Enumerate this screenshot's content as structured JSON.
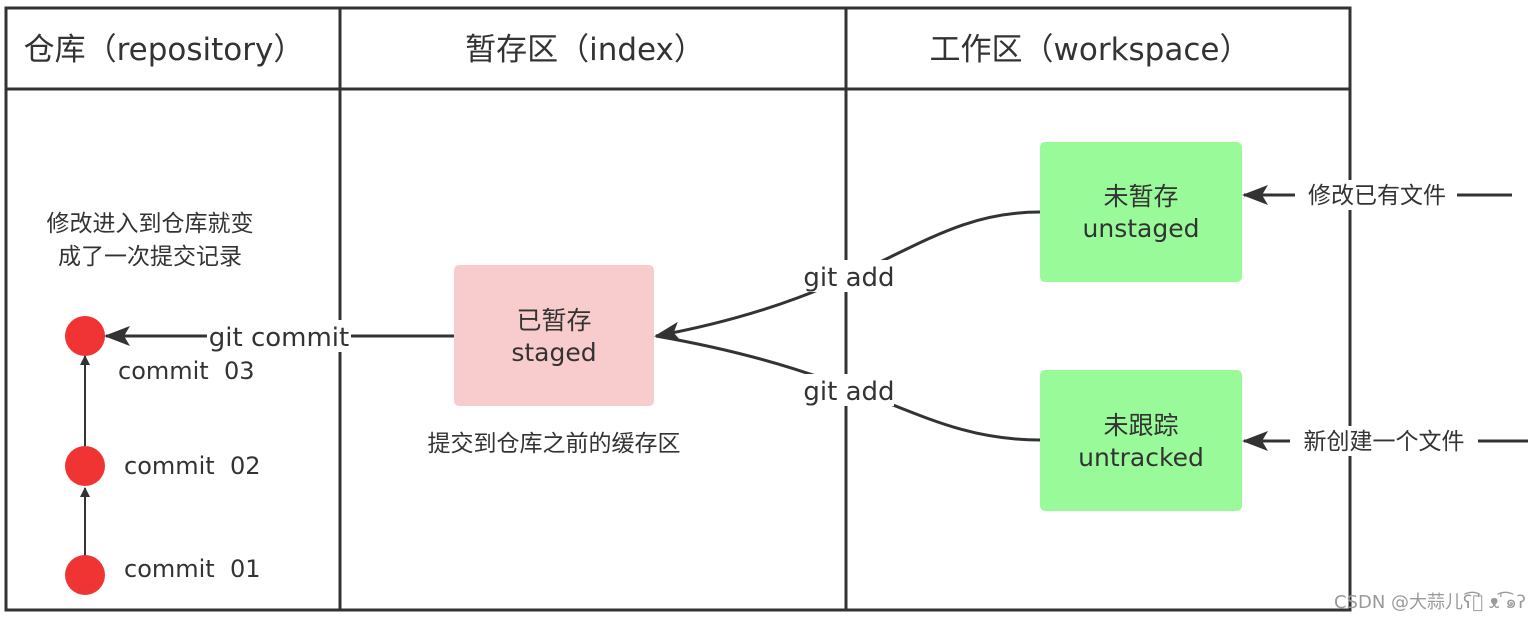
{
  "columns": {
    "repository": "仓库（repository）",
    "index": "暂存区（index）",
    "workspace": "工作区（workspace）"
  },
  "repository": {
    "note_line1": "修改进入到仓库就变",
    "note_line2": "成了一次提交记录",
    "commits": [
      "commit  03",
      "commit  02",
      "commit  01"
    ]
  },
  "index": {
    "staged_line1": "已暂存",
    "staged_line2": "staged",
    "note": "提交到仓库之前的缓存区"
  },
  "workspace": {
    "unstaged_line1": "未暂存",
    "unstaged_line2": "unstaged",
    "untracked_line1": "未跟踪",
    "untracked_line2": "untracked"
  },
  "edges": {
    "commit": "git commit",
    "add_unstaged": "git add",
    "add_untracked": "git add"
  },
  "inputs": {
    "modify": "修改已有文件",
    "create": "新创建一个文件"
  },
  "watermark": "CSDN @大蒜儿ʕ͡๑̍ ᴥ ̍͡๑ʔ",
  "colors": {
    "border": "#333333",
    "commit_node": "#f03333",
    "staged_fill": "#f8cccc",
    "workspace_fill": "#99fa99",
    "text": "#333333"
  }
}
